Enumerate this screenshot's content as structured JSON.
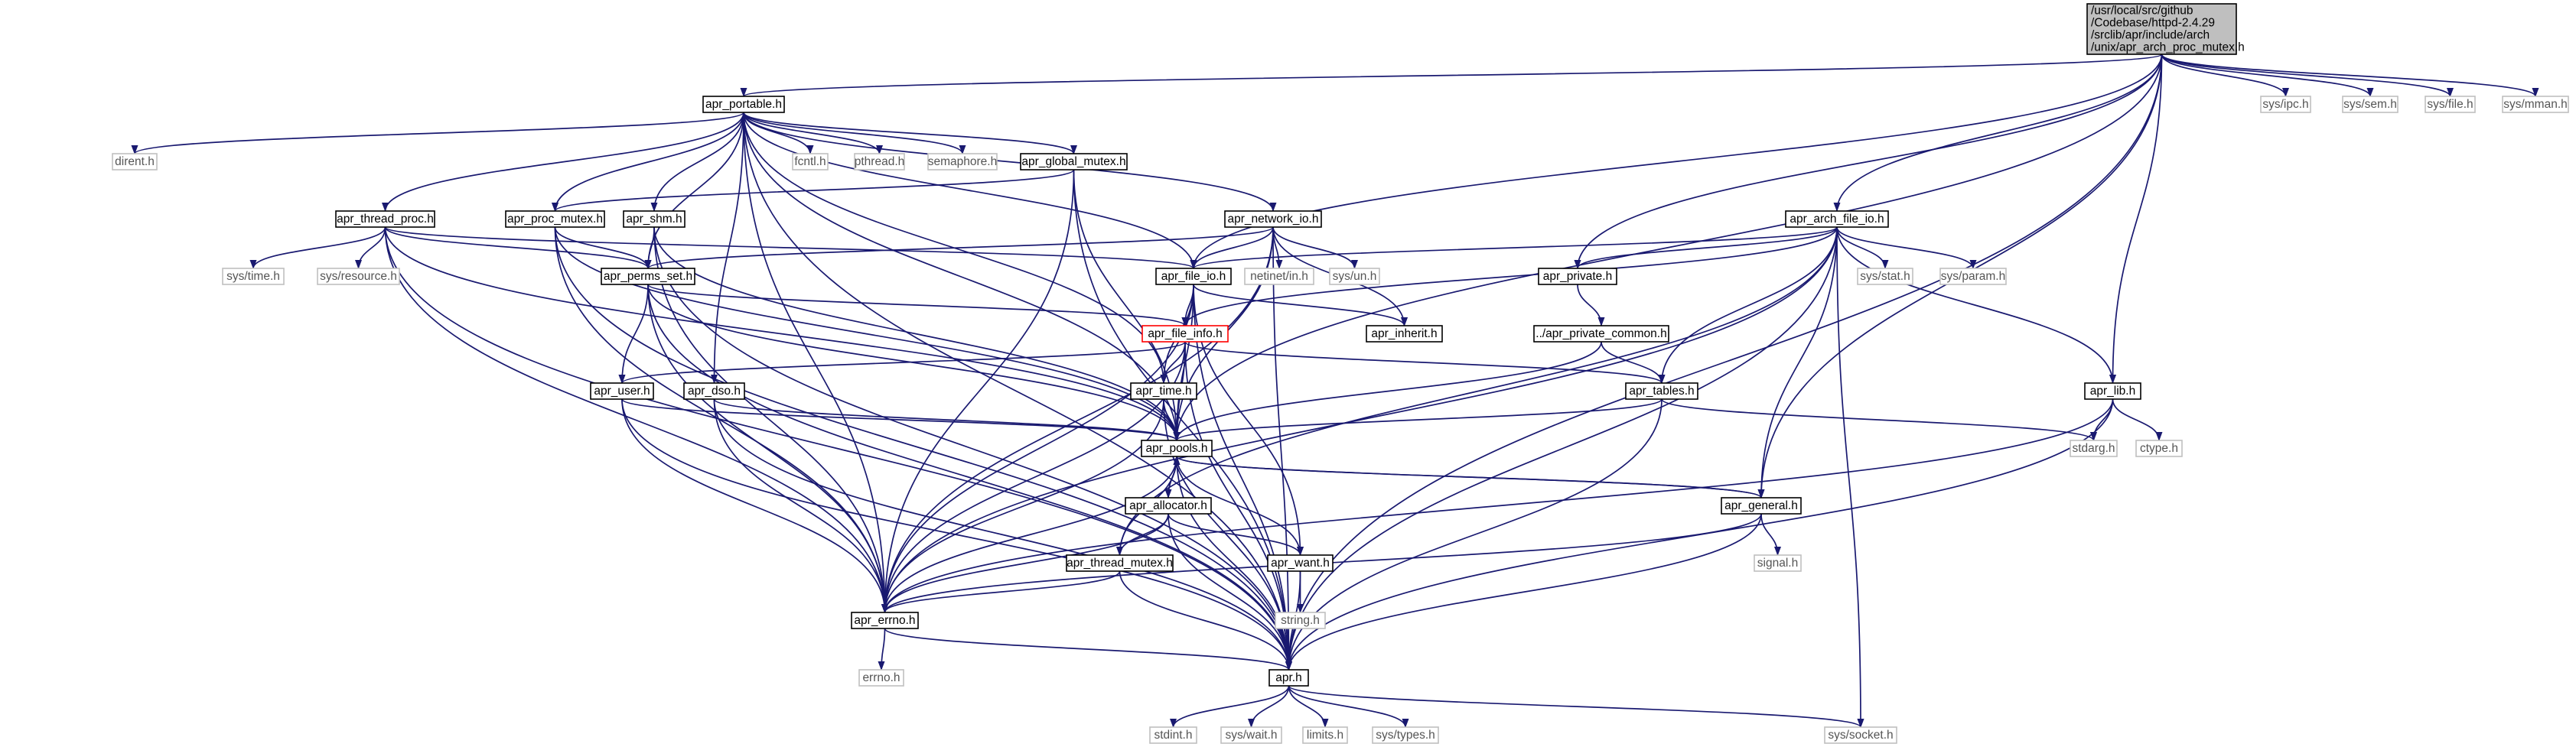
{
  "colors": {
    "edge": "#191970",
    "border_black": "#000000",
    "border_gray": "#bfbfbf",
    "border_red": "#ff0000",
    "fill_root": "#bfbfbf",
    "fill_normal": "#ffffff",
    "text_black": "#000000",
    "text_gray": "#555555"
  },
  "nodes": [
    {
      "id": "root",
      "lines": [
        "/usr/local/src/github",
        "/Codebase/httpd-2.4.29",
        "/srclib/apr/include/arch",
        "/unix/apr_arch_proc_mutex.h"
      ],
      "style": "root"
    },
    {
      "id": "apr_portable_h",
      "lines": [
        "apr_portable.h"
      ],
      "style": "normal"
    },
    {
      "id": "dirent_h",
      "lines": [
        "dirent.h"
      ],
      "style": "gray"
    },
    {
      "id": "fcntl_h",
      "lines": [
        "fcntl.h"
      ],
      "style": "gray"
    },
    {
      "id": "pthread_h",
      "lines": [
        "pthread.h"
      ],
      "style": "gray"
    },
    {
      "id": "semaphore_h",
      "lines": [
        "semaphore.h"
      ],
      "style": "gray"
    },
    {
      "id": "apr_global_mutex_h",
      "lines": [
        "apr_global_mutex.h"
      ],
      "style": "normal"
    },
    {
      "id": "sys_ipc_h",
      "lines": [
        "sys/ipc.h"
      ],
      "style": "gray"
    },
    {
      "id": "sys_sem_h",
      "lines": [
        "sys/sem.h"
      ],
      "style": "gray"
    },
    {
      "id": "sys_file_h",
      "lines": [
        "sys/file.h"
      ],
      "style": "gray"
    },
    {
      "id": "sys_mman_h",
      "lines": [
        "sys/mman.h"
      ],
      "style": "gray"
    },
    {
      "id": "apr_thread_proc_h",
      "lines": [
        "apr_thread_proc.h"
      ],
      "style": "normal"
    },
    {
      "id": "apr_proc_mutex_h",
      "lines": [
        "apr_proc_mutex.h"
      ],
      "style": "normal"
    },
    {
      "id": "apr_shm_h",
      "lines": [
        "apr_shm.h"
      ],
      "style": "normal"
    },
    {
      "id": "apr_network_io_h",
      "lines": [
        "apr_network_io.h"
      ],
      "style": "normal"
    },
    {
      "id": "apr_arch_file_io_h",
      "lines": [
        "apr_arch_file_io.h"
      ],
      "style": "normal"
    },
    {
      "id": "sys_time_h",
      "lines": [
        "sys/time.h"
      ],
      "style": "gray"
    },
    {
      "id": "sys_resource_h",
      "lines": [
        "sys/resource.h"
      ],
      "style": "gray"
    },
    {
      "id": "apr_perms_set_h",
      "lines": [
        "apr_perms_set.h"
      ],
      "style": "normal"
    },
    {
      "id": "apr_file_io_h",
      "lines": [
        "apr_file_io.h"
      ],
      "style": "normal"
    },
    {
      "id": "netinet_in_h",
      "lines": [
        "netinet/in.h"
      ],
      "style": "gray"
    },
    {
      "id": "sys_un_h",
      "lines": [
        "sys/un.h"
      ],
      "style": "gray"
    },
    {
      "id": "apr_private_h",
      "lines": [
        "apr_private.h"
      ],
      "style": "normal"
    },
    {
      "id": "sys_stat_h",
      "lines": [
        "sys/stat.h"
      ],
      "style": "gray"
    },
    {
      "id": "sys_param_h",
      "lines": [
        "sys/param.h"
      ],
      "style": "gray"
    },
    {
      "id": "apr_file_info_h",
      "lines": [
        "apr_file_info.h"
      ],
      "style": "red"
    },
    {
      "id": "apr_inherit_h",
      "lines": [
        "apr_inherit.h"
      ],
      "style": "normal"
    },
    {
      "id": "apr_private_common_h",
      "lines": [
        "../apr_private_common.h"
      ],
      "style": "normal"
    },
    {
      "id": "apr_user_h",
      "lines": [
        "apr_user.h"
      ],
      "style": "normal"
    },
    {
      "id": "apr_dso_h",
      "lines": [
        "apr_dso.h"
      ],
      "style": "normal"
    },
    {
      "id": "apr_time_h",
      "lines": [
        "apr_time.h"
      ],
      "style": "normal"
    },
    {
      "id": "apr_tables_h",
      "lines": [
        "apr_tables.h"
      ],
      "style": "normal"
    },
    {
      "id": "apr_lib_h",
      "lines": [
        "apr_lib.h"
      ],
      "style": "normal"
    },
    {
      "id": "stdarg_h",
      "lines": [
        "stdarg.h"
      ],
      "style": "gray"
    },
    {
      "id": "ctype_h",
      "lines": [
        "ctype.h"
      ],
      "style": "gray"
    },
    {
      "id": "apr_pools_h",
      "lines": [
        "apr_pools.h"
      ],
      "style": "normal"
    },
    {
      "id": "apr_allocator_h",
      "lines": [
        "apr_allocator.h"
      ],
      "style": "normal"
    },
    {
      "id": "apr_general_h",
      "lines": [
        "apr_general.h"
      ],
      "style": "normal"
    },
    {
      "id": "apr_thread_mutex_h",
      "lines": [
        "apr_thread_mutex.h"
      ],
      "style": "normal"
    },
    {
      "id": "apr_want_h",
      "lines": [
        "apr_want.h"
      ],
      "style": "normal"
    },
    {
      "id": "signal_h",
      "lines": [
        "signal.h"
      ],
      "style": "gray"
    },
    {
      "id": "apr_errno_h",
      "lines": [
        "apr_errno.h"
      ],
      "style": "normal"
    },
    {
      "id": "string_h",
      "lines": [
        "string.h"
      ],
      "style": "gray"
    },
    {
      "id": "errno_h",
      "lines": [
        "errno.h"
      ],
      "style": "gray"
    },
    {
      "id": "apr_h",
      "lines": [
        "apr.h"
      ],
      "style": "normal"
    },
    {
      "id": "stdint_h",
      "lines": [
        "stdint.h"
      ],
      "style": "gray"
    },
    {
      "id": "sys_wait_h",
      "lines": [
        "sys/wait.h"
      ],
      "style": "gray"
    },
    {
      "id": "limits_h",
      "lines": [
        "limits.h"
      ],
      "style": "gray"
    },
    {
      "id": "sys_types_h",
      "lines": [
        "sys/types.h"
      ],
      "style": "gray"
    },
    {
      "id": "sys_socket_h",
      "lines": [
        "sys/socket.h"
      ],
      "style": "gray"
    }
  ],
  "edges": [
    [
      "root",
      "apr_portable_h"
    ],
    [
      "root",
      "apr_file_io_h"
    ],
    [
      "root",
      "apr_private_h"
    ],
    [
      "root",
      "apr_pools_h"
    ],
    [
      "root",
      "apr_arch_file_io_h"
    ],
    [
      "root",
      "apr_lib_h"
    ],
    [
      "root",
      "apr_general_h"
    ],
    [
      "root",
      "apr_h"
    ],
    [
      "root",
      "sys_ipc_h"
    ],
    [
      "root",
      "sys_sem_h"
    ],
    [
      "root",
      "sys_file_h"
    ],
    [
      "root",
      "sys_mman_h"
    ],
    [
      "apr_portable_h",
      "dirent_h"
    ],
    [
      "apr_portable_h",
      "fcntl_h"
    ],
    [
      "apr_portable_h",
      "pthread_h"
    ],
    [
      "apr_portable_h",
      "semaphore_h"
    ],
    [
      "apr_portable_h",
      "apr_global_mutex_h"
    ],
    [
      "apr_portable_h",
      "apr_thread_proc_h"
    ],
    [
      "apr_portable_h",
      "apr_proc_mutex_h"
    ],
    [
      "apr_portable_h",
      "apr_shm_h"
    ],
    [
      "apr_portable_h",
      "apr_network_io_h"
    ],
    [
      "apr_portable_h",
      "apr_file_io_h"
    ],
    [
      "apr_portable_h",
      "apr_dso_h"
    ],
    [
      "apr_portable_h",
      "apr_pools_h"
    ],
    [
      "apr_portable_h",
      "apr_perms_set_h"
    ],
    [
      "apr_portable_h",
      "apr_time_h"
    ],
    [
      "apr_portable_h",
      "apr_errno_h"
    ],
    [
      "apr_portable_h",
      "apr_h"
    ],
    [
      "apr_global_mutex_h",
      "apr_proc_mutex_h"
    ],
    [
      "apr_global_mutex_h",
      "apr_pools_h"
    ],
    [
      "apr_global_mutex_h",
      "apr_errno_h"
    ],
    [
      "apr_global_mutex_h",
      "apr_h"
    ],
    [
      "apr_thread_proc_h",
      "sys_time_h"
    ],
    [
      "apr_thread_proc_h",
      "sys_resource_h"
    ],
    [
      "apr_thread_proc_h",
      "apr_perms_set_h"
    ],
    [
      "apr_thread_proc_h",
      "apr_file_io_h"
    ],
    [
      "apr_thread_proc_h",
      "apr_pools_h"
    ],
    [
      "apr_thread_proc_h",
      "apr_errno_h"
    ],
    [
      "apr_thread_proc_h",
      "apr_h"
    ],
    [
      "apr_proc_mutex_h",
      "apr_perms_set_h"
    ],
    [
      "apr_proc_mutex_h",
      "apr_pools_h"
    ],
    [
      "apr_proc_mutex_h",
      "apr_errno_h"
    ],
    [
      "apr_proc_mutex_h",
      "apr_h"
    ],
    [
      "apr_shm_h",
      "apr_perms_set_h"
    ],
    [
      "apr_shm_h",
      "apr_pools_h"
    ],
    [
      "apr_shm_h",
      "apr_errno_h"
    ],
    [
      "apr_shm_h",
      "apr_h"
    ],
    [
      "apr_network_io_h",
      "apr_file_io_h"
    ],
    [
      "apr_network_io_h",
      "netinet_in_h"
    ],
    [
      "apr_network_io_h",
      "sys_un_h"
    ],
    [
      "apr_network_io_h",
      "apr_inherit_h"
    ],
    [
      "apr_network_io_h",
      "apr_perms_set_h"
    ],
    [
      "apr_network_io_h",
      "apr_pools_h"
    ],
    [
      "apr_network_io_h",
      "apr_errno_h"
    ],
    [
      "apr_network_io_h",
      "apr_h"
    ],
    [
      "apr_arch_file_io_h",
      "apr_file_io_h"
    ],
    [
      "apr_arch_file_io_h",
      "apr_private_h"
    ],
    [
      "apr_arch_file_io_h",
      "apr_file_info_h"
    ],
    [
      "apr_arch_file_io_h",
      "apr_tables_h"
    ],
    [
      "apr_arch_file_io_h",
      "apr_lib_h"
    ],
    [
      "apr_arch_file_io_h",
      "apr_general_h"
    ],
    [
      "apr_arch_file_io_h",
      "apr_thread_mutex_h"
    ],
    [
      "apr_arch_file_io_h",
      "apr_errno_h"
    ],
    [
      "apr_arch_file_io_h",
      "apr_h"
    ],
    [
      "apr_arch_file_io_h",
      "sys_stat_h"
    ],
    [
      "apr_arch_file_io_h",
      "sys_param_h"
    ],
    [
      "apr_arch_file_io_h",
      "sys_socket_h"
    ],
    [
      "apr_perms_set_h",
      "apr_file_info_h"
    ],
    [
      "apr_perms_set_h",
      "apr_user_h"
    ],
    [
      "apr_perms_set_h",
      "apr_pools_h"
    ],
    [
      "apr_perms_set_h",
      "apr_errno_h"
    ],
    [
      "apr_perms_set_h",
      "apr_h"
    ],
    [
      "apr_file_io_h",
      "apr_file_info_h"
    ],
    [
      "apr_file_io_h",
      "apr_inherit_h"
    ],
    [
      "apr_file_io_h",
      "apr_time_h"
    ],
    [
      "apr_file_io_h",
      "apr_pools_h"
    ],
    [
      "apr_file_io_h",
      "apr_want_h"
    ],
    [
      "apr_file_io_h",
      "apr_errno_h"
    ],
    [
      "apr_file_io_h",
      "apr_h"
    ],
    [
      "apr_private_h",
      "apr_private_common_h"
    ],
    [
      "apr_private_common_h",
      "apr_pools_h"
    ],
    [
      "apr_private_common_h",
      "apr_tables_h"
    ],
    [
      "apr_file_info_h",
      "apr_user_h"
    ],
    [
      "apr_file_info_h",
      "apr_time_h"
    ],
    [
      "apr_file_info_h",
      "apr_tables_h"
    ],
    [
      "apr_file_info_h",
      "apr_pools_h"
    ],
    [
      "apr_file_info_h",
      "apr_errno_h"
    ],
    [
      "apr_file_info_h",
      "apr_h"
    ],
    [
      "apr_user_h",
      "apr_pools_h"
    ],
    [
      "apr_user_h",
      "apr_errno_h"
    ],
    [
      "apr_user_h",
      "apr_h"
    ],
    [
      "apr_dso_h",
      "apr_pools_h"
    ],
    [
      "apr_dso_h",
      "apr_errno_h"
    ],
    [
      "apr_dso_h",
      "apr_h"
    ],
    [
      "apr_time_h",
      "apr_pools_h"
    ],
    [
      "apr_time_h",
      "apr_errno_h"
    ],
    [
      "apr_time_h",
      "apr_h"
    ],
    [
      "apr_tables_h",
      "apr_pools_h"
    ],
    [
      "apr_tables_h",
      "stdarg_h"
    ],
    [
      "apr_tables_h",
      "apr_h"
    ],
    [
      "apr_lib_h",
      "stdarg_h"
    ],
    [
      "apr_lib_h",
      "ctype_h"
    ],
    [
      "apr_lib_h",
      "apr_errno_h"
    ],
    [
      "apr_lib_h",
      "apr_h"
    ],
    [
      "apr_pools_h",
      "apr_allocator_h"
    ],
    [
      "apr_pools_h",
      "apr_general_h"
    ],
    [
      "apr_pools_h",
      "apr_want_h"
    ],
    [
      "apr_pools_h",
      "apr_errno_h"
    ],
    [
      "apr_pools_h",
      "apr_h"
    ],
    [
      "apr_allocator_h",
      "apr_pools_h"
    ],
    [
      "apr_allocator_h",
      "apr_thread_mutex_h"
    ],
    [
      "apr_allocator_h",
      "apr_want_h"
    ],
    [
      "apr_allocator_h",
      "apr_errno_h"
    ],
    [
      "apr_allocator_h",
      "apr_h"
    ],
    [
      "apr_general_h",
      "apr_pools_h"
    ],
    [
      "apr_general_h",
      "signal_h"
    ],
    [
      "apr_general_h",
      "apr_errno_h"
    ],
    [
      "apr_general_h",
      "apr_h"
    ],
    [
      "apr_thread_mutex_h",
      "apr_pools_h"
    ],
    [
      "apr_thread_mutex_h",
      "apr_errno_h"
    ],
    [
      "apr_thread_mutex_h",
      "apr_h"
    ],
    [
      "apr_want_h",
      "string_h"
    ],
    [
      "apr_want_h",
      "apr_h"
    ],
    [
      "apr_errno_h",
      "errno_h"
    ],
    [
      "apr_errno_h",
      "apr_h"
    ],
    [
      "apr_h",
      "stdint_h"
    ],
    [
      "apr_h",
      "sys_wait_h"
    ],
    [
      "apr_h",
      "limits_h"
    ],
    [
      "apr_h",
      "sys_types_h"
    ],
    [
      "apr_h",
      "sys_socket_h"
    ]
  ]
}
